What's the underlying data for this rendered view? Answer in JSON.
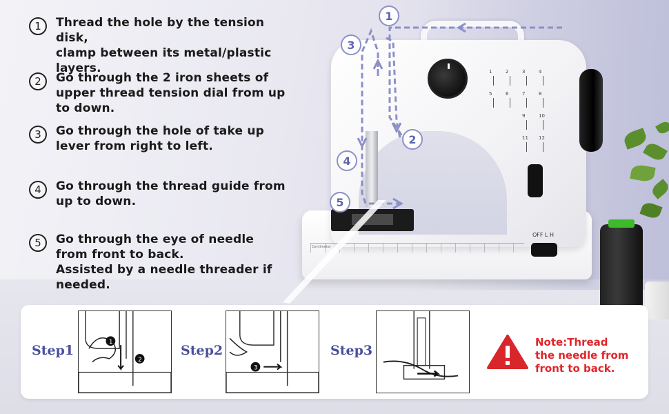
{
  "instructions": [
    {
      "num": "1",
      "text": "Thread the hole by the tension disk,\nclamp between its metal/plastic\nlayers."
    },
    {
      "num": "2",
      "text": "Go through the 2 iron sheets of\nupper thread tension dial from up\nto down."
    },
    {
      "num": "3",
      "text": "Go through the hole of take up\nlever from right to left."
    },
    {
      "num": "4",
      "text": "Go through the thread guide from\nup to down."
    },
    {
      "num": "5",
      "text": "Go through the eye of needle\nfrom front to back.\nAssisted by a needle threader if\nneeded."
    }
  ],
  "path_badges": [
    "1",
    "2",
    "3",
    "4",
    "5"
  ],
  "machine": {
    "pattern_numbers": [
      "1",
      "2",
      "3",
      "4",
      "5",
      "6",
      "7",
      "8",
      "9",
      "10",
      "11",
      "12"
    ],
    "switch_label": "OFF  L  H",
    "ruler_label": "Centimeter"
  },
  "bottom_panel": {
    "steps": [
      {
        "label": "Step1",
        "badge_numbers": [
          "1",
          "2"
        ]
      },
      {
        "label": "Step2",
        "badge_numbers": [
          "3"
        ]
      },
      {
        "label": "Step3",
        "badge_numbers": []
      }
    ],
    "warning_icon": "warning-triangle-icon",
    "note": "Note:Thread\nthe needle from\nfront to back."
  },
  "colors": {
    "path": "#8c8fc8",
    "badge_text": "#6065b4",
    "step_label": "#4a4f9c",
    "note": "#e0262a",
    "warning_fill": "#d9262b",
    "spool_cap": "#3dbb2a"
  }
}
